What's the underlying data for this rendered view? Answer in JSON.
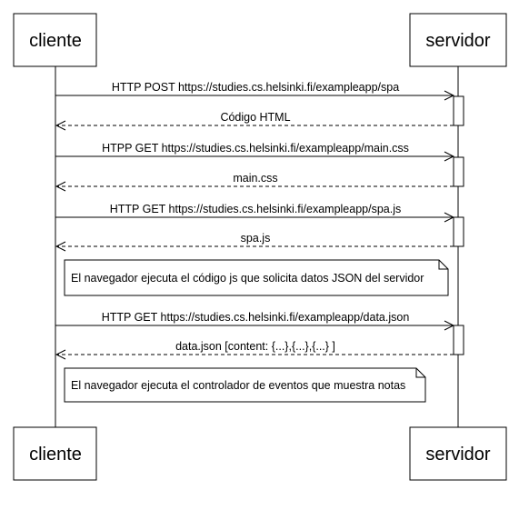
{
  "participants": {
    "client": "cliente",
    "server": "servidor"
  },
  "messages": [
    {
      "text": "HTTP POST https://studies.cs.helsinki.fi/exampleapp/spa",
      "direction": "request"
    },
    {
      "text": "Código HTML",
      "direction": "response"
    },
    {
      "text": "HTPP GET https://studies.cs.helsinki.fi/exampleapp/main.css",
      "direction": "request"
    },
    {
      "text": "main.css",
      "direction": "response"
    },
    {
      "text": "HTTP GET https://studies.cs.helsinki.fi/exampleapp/spa.js",
      "direction": "request"
    },
    {
      "text": "spa.js",
      "direction": "response"
    },
    {
      "text": "HTTP GET https://studies.cs.helsinki.fi/exampleapp/data.json",
      "direction": "request"
    },
    {
      "text": "data.json [content: {...},{...},{...} ]",
      "direction": "response"
    }
  ],
  "notes": [
    {
      "text": "El navegador ejecuta el código js que solicita datos JSON del servidor"
    },
    {
      "text": "El navegador ejecuta el controlador de eventos que muestra notas"
    }
  ]
}
